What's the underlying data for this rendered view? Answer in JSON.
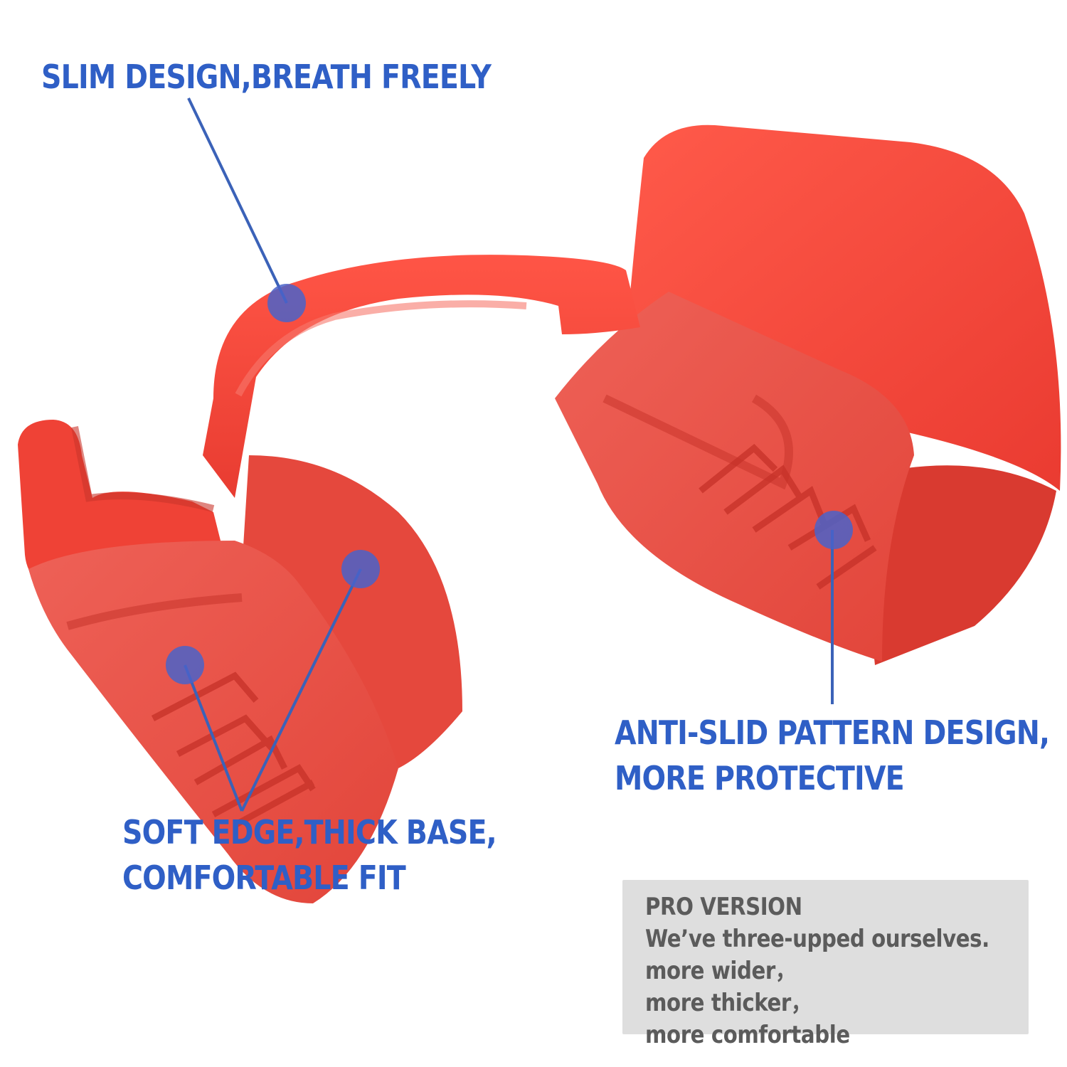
{
  "colors": {
    "accent_blue": "#2f5fc6",
    "product_red": "#f0443a",
    "panel_gray": "#dedede",
    "panel_text": "#5b5b5b"
  },
  "product": {
    "emboss_mark": "trident-pattern-icon"
  },
  "callouts": {
    "top": {
      "line1": "SLIM DESIGN,BREATH FREELY"
    },
    "right": {
      "line1": "ANTI-SLID PATTERN DESIGN,",
      "line2": "MORE PROTECTIVE"
    },
    "bottom": {
      "line1": "SOFT EDGE,THICK BASE,",
      "line2": "COMFORTABLE FIT"
    }
  },
  "pro_panel": {
    "heading": "PRO VERSION",
    "line1": "We’ve three-upped ourselves.",
    "line2a": "more wider，",
    "line2b": "more thicker，",
    "line3": "more comfortable"
  }
}
